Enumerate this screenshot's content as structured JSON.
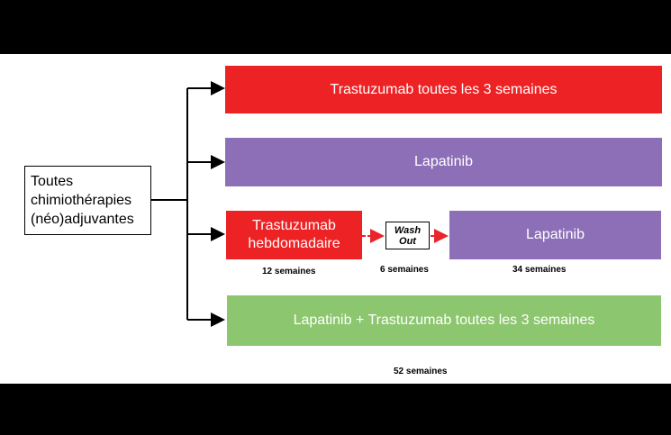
{
  "source": {
    "line1": "Toutes",
    "line2": "chimiothérapies",
    "line3": "(néo)adjuvantes"
  },
  "arms": {
    "arm1": {
      "label": "Trastuzumab toutes les 3 semaines",
      "color": "#ed2224"
    },
    "arm2": {
      "label": "Lapatinib",
      "color": "#8c6fb6"
    },
    "arm3": {
      "trastuzumab_line1": "Trastuzumab",
      "trastuzumab_line2": "hebdomadaire",
      "washout_line1": "Wash",
      "washout_line2": "Out",
      "lapatinib": "Lapatinib",
      "dur_trastuzumab": "12 semaines",
      "dur_washout": "6 semaines",
      "dur_lapatinib": "34 semaines"
    },
    "arm4": {
      "label": "Lapatinib + Trastuzumab toutes les 3 semaines",
      "color": "#8cc66e"
    }
  },
  "total_duration": "52 semaines",
  "colors": {
    "red": "#ed2224",
    "purple": "#8c6fb6",
    "green": "#8cc66e",
    "arrow_red": "#e8252a"
  }
}
